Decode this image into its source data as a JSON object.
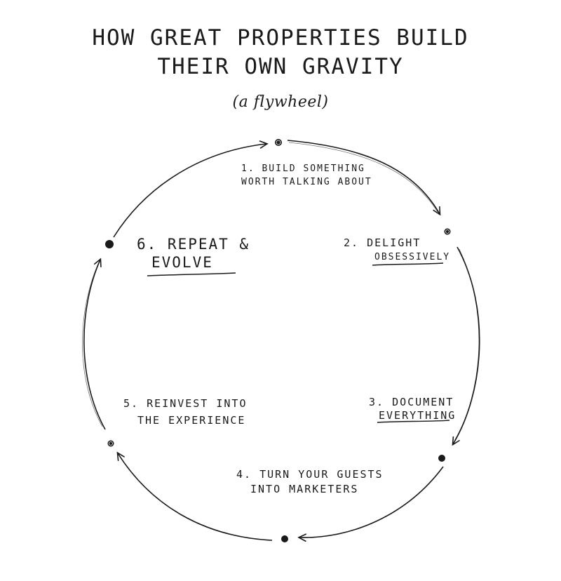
{
  "diagram": {
    "title_line1": "How Great Properties Build",
    "title_line2": "Their Own Gravity",
    "subtitle": "(a flywheel)",
    "steps": [
      {
        "line1": "1. Build Something",
        "line2": "Worth Talking About"
      },
      {
        "line1": "2. Delight",
        "line2": "Obsessively"
      },
      {
        "line1": "3. Document",
        "line2": "Everything"
      },
      {
        "line1": "4. Turn Your Guests",
        "line2": "Into Marketers"
      },
      {
        "line1": "5. Reinvest Into",
        "line2": "The Experience"
      },
      {
        "line1": "6. Repeat &",
        "line2": "Evolve"
      }
    ],
    "ink_color": "#1a1a1a"
  }
}
